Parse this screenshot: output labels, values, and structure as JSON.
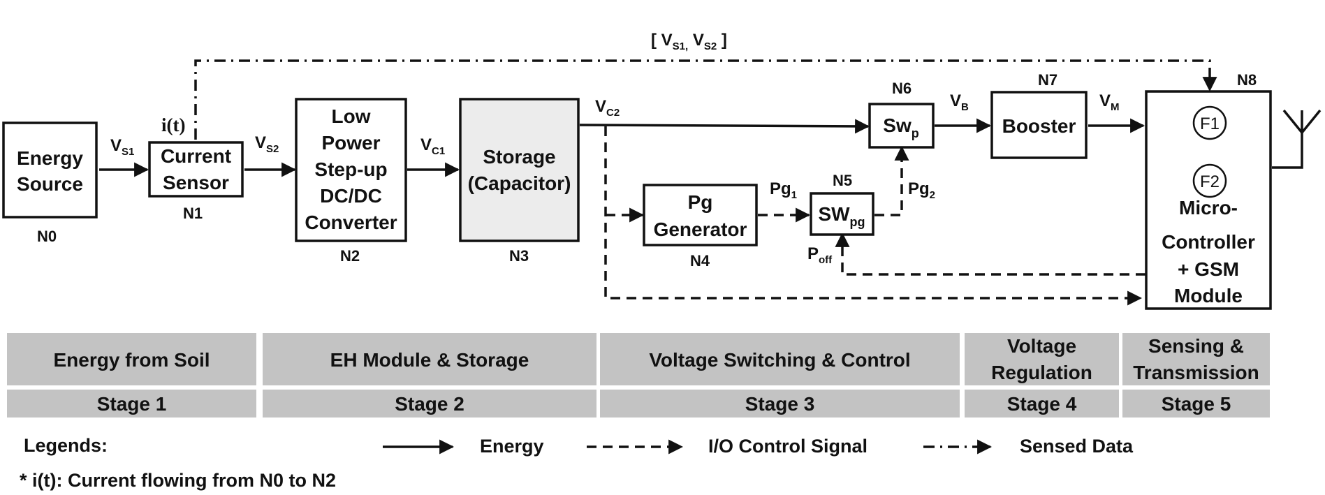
{
  "blocks": {
    "n0": {
      "lines": [
        "Energy",
        "Source"
      ],
      "node": "N0"
    },
    "n1": {
      "lines": [
        "Current",
        "Sensor"
      ],
      "node": "N1"
    },
    "n2": {
      "lines": [
        "Low",
        "Power",
        "Step-up",
        "DC/DC",
        "Converter"
      ],
      "node": "N2"
    },
    "n3": {
      "lines": [
        "Storage",
        "(Capacitor)"
      ],
      "node": "N3"
    },
    "n4": {
      "lines": [
        "Pg",
        "Generator"
      ],
      "node": "N4"
    },
    "n5": {
      "main": "SW",
      "sub": "pg",
      "node": "N5"
    },
    "n6": {
      "main": "Sw",
      "sub": "p",
      "node": "N6"
    },
    "n7": {
      "lines": [
        "Booster"
      ],
      "node": "N7"
    },
    "n8": {
      "f1": "F1",
      "f2": "F2",
      "lines": [
        "Micro-",
        "Controller",
        "+ GSM",
        "Module"
      ],
      "node": "N8"
    }
  },
  "signals": {
    "vs1": {
      "main": "V",
      "sub": "S1"
    },
    "vs2": {
      "main": "V",
      "sub": "S2"
    },
    "vc1": {
      "main": "V",
      "sub": "C1"
    },
    "vc2": {
      "main": "V",
      "sub": "C2"
    },
    "vb": {
      "main": "V",
      "sub": "B"
    },
    "vm": {
      "main": "V",
      "sub": "M"
    },
    "pg1": {
      "main": "Pg",
      "sub": "1"
    },
    "pg2": {
      "main": "Pg",
      "sub": "2"
    },
    "poff": {
      "main": "P",
      "sub": "off"
    },
    "it": "i(t)",
    "sensed": {
      "open": "[ V",
      "sub1": "S1,",
      "mid": " V",
      "sub2": "S2",
      "close": " ]"
    }
  },
  "stages": [
    {
      "desc": [
        "Energy from Soil"
      ],
      "label": "Stage 1"
    },
    {
      "desc": [
        "EH Module & Storage"
      ],
      "label": "Stage 2"
    },
    {
      "desc": [
        "Voltage Switching & Control"
      ],
      "label": "Stage 3"
    },
    {
      "desc": [
        "Voltage",
        "Regulation"
      ],
      "label": "Stage 4"
    },
    {
      "desc": [
        "Sensing &",
        "Transmission"
      ],
      "label": "Stage 5"
    }
  ],
  "legend": {
    "title": "Legends:",
    "energy": "Energy",
    "control": "I/O Control Signal",
    "sensed": "Sensed Data",
    "footnote": "* i(t): Current flowing from N0 to N2"
  },
  "colors": {
    "stage_fill": "#c3c3c3",
    "storage_fill": "#ececec",
    "line": "#111111"
  }
}
